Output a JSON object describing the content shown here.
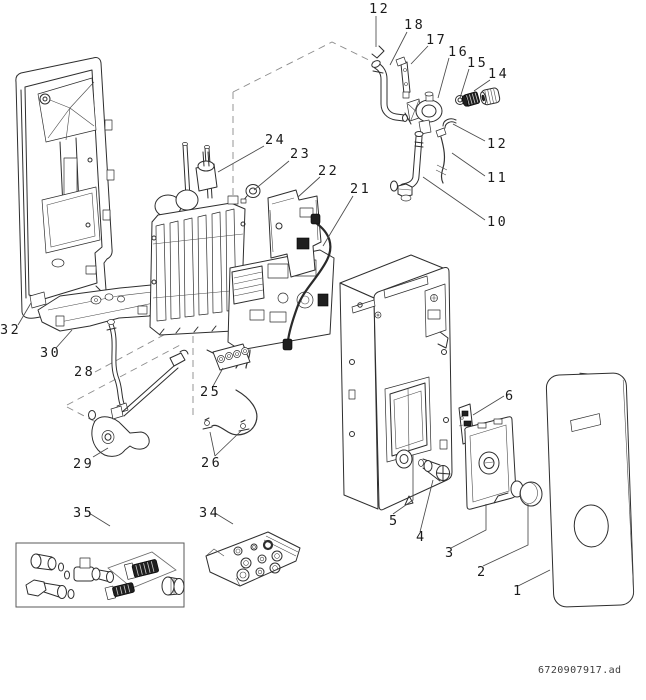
{
  "diagram": {
    "type": "exploded-parts-diagram",
    "reference_code": "6720907917.ad",
    "callouts": {
      "c1": "1",
      "c2": "2",
      "c3": "3",
      "c4": "4",
      "c5": "5",
      "c6": "6",
      "c10": "10",
      "c11": "11",
      "c12_top": "12",
      "c12_side": "12",
      "c14": "14",
      "c15": "15",
      "c16": "16",
      "c17": "17",
      "c18": "18",
      "c21": "21",
      "c22": "22",
      "c23": "23",
      "c24": "24",
      "c25": "25",
      "c26": "26",
      "c28": "28",
      "c29": "29",
      "c30": "30",
      "c32": "32",
      "c34": "34",
      "c35": "35"
    }
  }
}
